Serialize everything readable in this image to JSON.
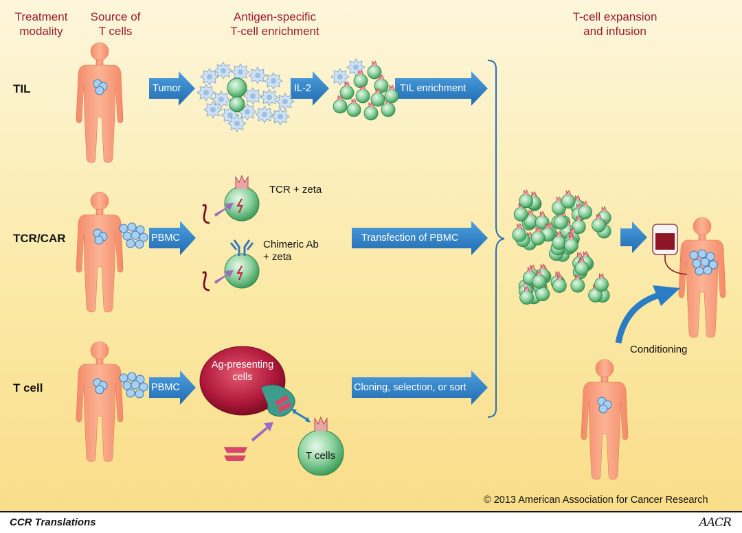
{
  "headers": {
    "treatment": "Treatment\nmodality",
    "source": "Source of\nT cells",
    "enrichment": "Antigen-specific\nT-cell enrichment",
    "expansion": "T-cell expansion\nand infusion"
  },
  "rows": {
    "til": "TIL",
    "tcr_car": "TCR/CAR",
    "tcell": "T cell"
  },
  "arrows": {
    "tumor": "Tumor",
    "il2": "IL-2",
    "til_enrichment": "TIL enrichment",
    "pbmc_1": "PBMC",
    "transfection": "Transfection of PBMC",
    "pbmc_2": "PBMC",
    "cloning": "Cloning, selection, or sort"
  },
  "labels": {
    "tcr_zeta": "TCR + zeta",
    "chimeric": "Chimeric Ab\n+ zeta",
    "ag_presenting": "Ag-presenting\ncells",
    "t_cells": "T cells",
    "conditioning": "Conditioning"
  },
  "footer": {
    "copyright": "© 2013 American Association for Cancer Research",
    "left": "CCR Translations",
    "logo": "AACR"
  },
  "colors": {
    "header": "#9b1b30",
    "arrow": "#2a7cc4",
    "skin": "#f7a07a",
    "tcell": "#79c98c",
    "apc": "#b0183a"
  }
}
